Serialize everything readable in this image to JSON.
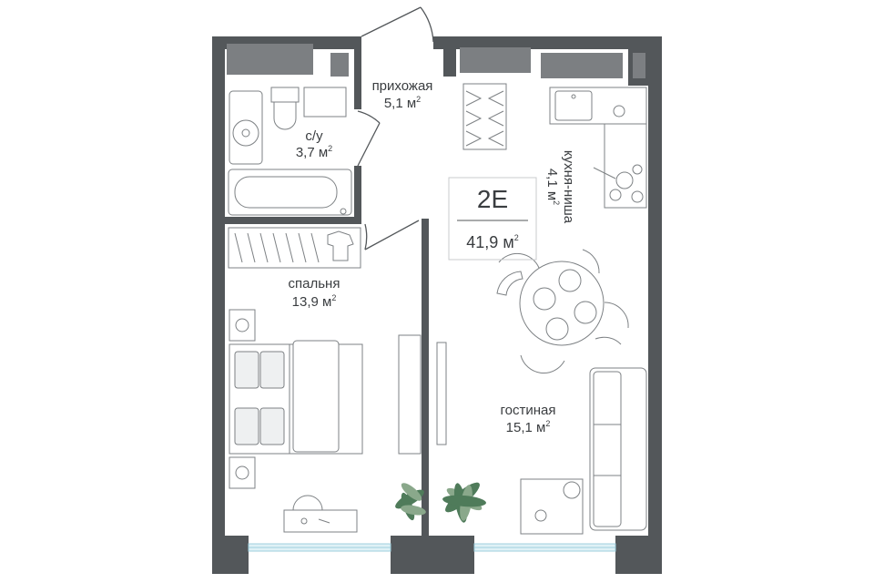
{
  "apartment": {
    "code": "2E",
    "total_area_value": "41,9 м",
    "area_sup": "2"
  },
  "rooms": {
    "hallway": {
      "name": "прихожая",
      "area": "5,1 м",
      "sup": "2"
    },
    "bathroom": {
      "name": "с/у",
      "area": "3,7 м",
      "sup": "2"
    },
    "kitchen": {
      "name": "кухня-ниша",
      "area": "4,1 м",
      "sup": "2"
    },
    "bedroom": {
      "name": "спальня",
      "area": "13,9 м",
      "sup": "2"
    },
    "living": {
      "name": "гостиная",
      "area": "15,1 м",
      "sup": "2"
    }
  },
  "colors": {
    "wall": "#53575a",
    "window": "#7c7f82",
    "glass": "#dff1f6",
    "text": "#3a3d40",
    "furniture_stroke": "#7d8184",
    "plant": "#4f7b5a"
  }
}
